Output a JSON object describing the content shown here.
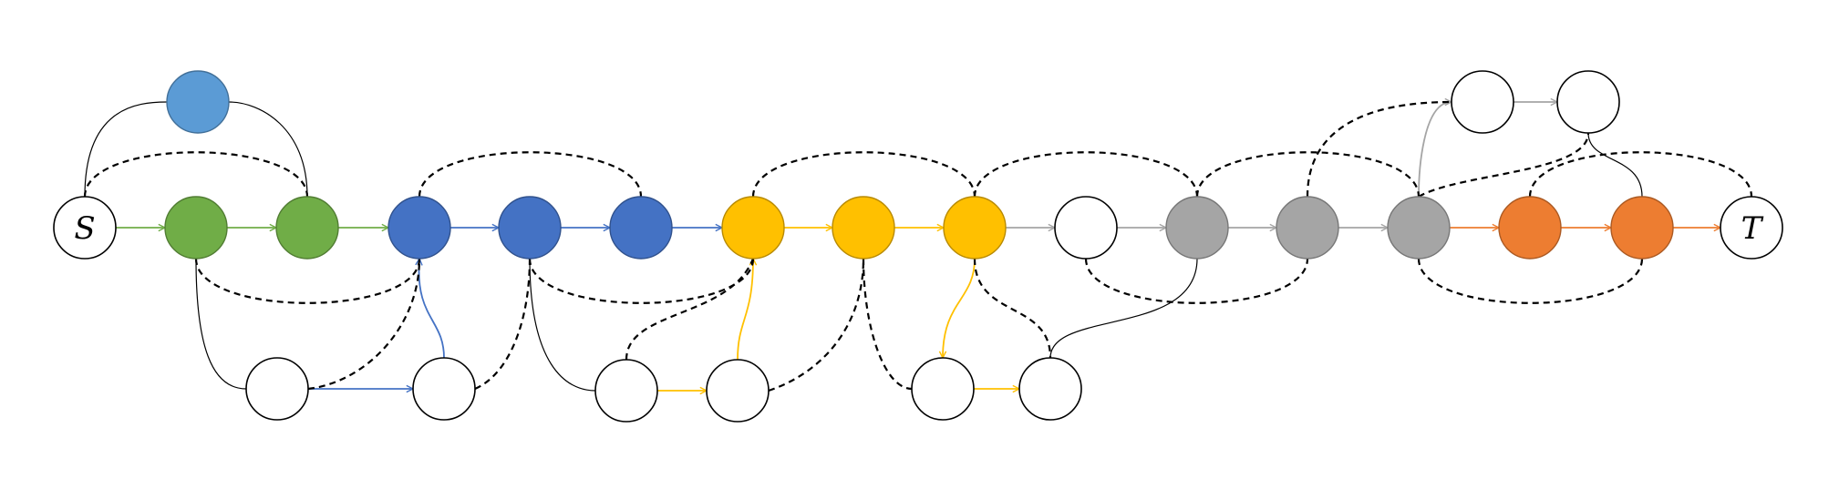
{
  "diagram": {
    "colors": {
      "green": "#70ad47",
      "light_blue": "#5b9bd5",
      "blue": "#4472c4",
      "yellow": "#ffc000",
      "gray": "#a5a5a5",
      "orange": "#ed7d31",
      "white": "#ffffff",
      "black": "#000000"
    },
    "nodes": [
      {
        "id": "S",
        "label": "S",
        "color": "white"
      },
      {
        "id": "g1",
        "label": "",
        "color": "green"
      },
      {
        "id": "g2",
        "label": "",
        "color": "green"
      },
      {
        "id": "lb",
        "label": "",
        "color": "light_blue"
      },
      {
        "id": "b1",
        "label": "",
        "color": "blue"
      },
      {
        "id": "b2",
        "label": "",
        "color": "blue"
      },
      {
        "id": "b3",
        "label": "",
        "color": "blue"
      },
      {
        "id": "y1",
        "label": "",
        "color": "yellow"
      },
      {
        "id": "y2",
        "label": "",
        "color": "yellow"
      },
      {
        "id": "y3",
        "label": "",
        "color": "yellow"
      },
      {
        "id": "w1",
        "label": "",
        "color": "white"
      },
      {
        "id": "gr1",
        "label": "",
        "color": "gray"
      },
      {
        "id": "gr2",
        "label": "",
        "color": "gray"
      },
      {
        "id": "gr3",
        "label": "",
        "color": "gray"
      },
      {
        "id": "o1",
        "label": "",
        "color": "orange"
      },
      {
        "id": "o2",
        "label": "",
        "color": "orange"
      },
      {
        "id": "T",
        "label": "T",
        "color": "white"
      },
      {
        "id": "u1",
        "label": "",
        "color": "white"
      },
      {
        "id": "u2",
        "label": "",
        "color": "white"
      },
      {
        "id": "u3",
        "label": "",
        "color": "white"
      },
      {
        "id": "u4",
        "label": "",
        "color": "white"
      },
      {
        "id": "u5",
        "label": "",
        "color": "white"
      },
      {
        "id": "u6",
        "label": "",
        "color": "white"
      },
      {
        "id": "t1",
        "label": "",
        "color": "white"
      },
      {
        "id": "t2",
        "label": "",
        "color": "white"
      }
    ],
    "edges": [
      {
        "from": "S",
        "to": "g1",
        "style": "arrow",
        "color": "green"
      },
      {
        "from": "g1",
        "to": "g2",
        "style": "arrow",
        "color": "green"
      },
      {
        "from": "g2",
        "to": "b1",
        "style": "arrow",
        "color": "green"
      },
      {
        "from": "b1",
        "to": "b2",
        "style": "arrow",
        "color": "blue"
      },
      {
        "from": "b2",
        "to": "b3",
        "style": "arrow",
        "color": "blue"
      },
      {
        "from": "b3",
        "to": "y1",
        "style": "arrow",
        "color": "blue"
      },
      {
        "from": "y1",
        "to": "y2",
        "style": "arrow",
        "color": "yellow"
      },
      {
        "from": "y2",
        "to": "y3",
        "style": "arrow",
        "color": "yellow"
      },
      {
        "from": "y3",
        "to": "w1",
        "style": "arrow",
        "color": "gray"
      },
      {
        "from": "w1",
        "to": "gr1",
        "style": "arrow",
        "color": "gray"
      },
      {
        "from": "gr1",
        "to": "gr2",
        "style": "arrow",
        "color": "gray"
      },
      {
        "from": "gr2",
        "to": "gr3",
        "style": "arrow",
        "color": "gray"
      },
      {
        "from": "gr3",
        "to": "o1",
        "style": "arrow",
        "color": "orange"
      },
      {
        "from": "o1",
        "to": "o2",
        "style": "arrow",
        "color": "orange"
      },
      {
        "from": "o2",
        "to": "T",
        "style": "arrow",
        "color": "orange"
      },
      {
        "from": "u1",
        "to": "u2",
        "style": "arrow",
        "color": "blue"
      },
      {
        "from": "u2",
        "to": "b1",
        "style": "arrow",
        "color": "blue"
      },
      {
        "from": "u3",
        "to": "u4",
        "style": "arrow",
        "color": "yellow"
      },
      {
        "from": "u4",
        "to": "y1",
        "style": "arrow",
        "color": "yellow"
      },
      {
        "from": "y3",
        "to": "u5",
        "style": "arrow",
        "color": "yellow"
      },
      {
        "from": "u5",
        "to": "u6",
        "style": "arrow",
        "color": "yellow"
      },
      {
        "from": "gr3",
        "to": "t1",
        "style": "arrow",
        "color": "gray"
      },
      {
        "from": "t1",
        "to": "t2",
        "style": "arrow",
        "color": "gray"
      },
      {
        "from": "S",
        "to": "lb",
        "style": "thin",
        "color": "black"
      },
      {
        "from": "lb",
        "to": "g2",
        "style": "thin",
        "color": "black"
      },
      {
        "from": "g1",
        "to": "u1",
        "style": "thin",
        "color": "black"
      },
      {
        "from": "b2",
        "to": "u3",
        "style": "thin",
        "color": "black"
      },
      {
        "from": "u6",
        "to": "gr1",
        "style": "thin",
        "color": "black"
      },
      {
        "from": "t2",
        "to": "o2",
        "style": "thin",
        "color": "black"
      },
      {
        "from": "S",
        "to": "g2",
        "style": "dashed",
        "color": "black"
      },
      {
        "from": "g1",
        "to": "b1",
        "style": "dashed",
        "color": "black"
      },
      {
        "from": "b1",
        "to": "b3",
        "style": "dashed",
        "color": "black"
      },
      {
        "from": "b2",
        "to": "y1",
        "style": "dashed",
        "color": "black"
      },
      {
        "from": "y1",
        "to": "y3",
        "style": "dashed",
        "color": "black"
      },
      {
        "from": "y3",
        "to": "gr1",
        "style": "dashed",
        "color": "black"
      },
      {
        "from": "gr1",
        "to": "gr3",
        "style": "dashed",
        "color": "black"
      },
      {
        "from": "w1",
        "to": "gr2",
        "style": "dashed",
        "color": "black"
      },
      {
        "from": "gr3",
        "to": "o2",
        "style": "dashed",
        "color": "black"
      },
      {
        "from": "o1",
        "to": "T",
        "style": "dashed",
        "color": "black"
      },
      {
        "from": "gr2",
        "to": "t1",
        "style": "dashed",
        "color": "black"
      },
      {
        "from": "gr3",
        "to": "t2",
        "style": "dashed",
        "color": "black"
      },
      {
        "from": "u1",
        "to": "b1",
        "style": "dashed",
        "color": "black"
      },
      {
        "from": "u2",
        "to": "b2",
        "style": "dashed",
        "color": "black"
      },
      {
        "from": "u3",
        "to": "y1",
        "style": "dashed",
        "color": "black"
      },
      {
        "from": "u4",
        "to": "y2",
        "style": "dashed",
        "color": "black"
      },
      {
        "from": "y2",
        "to": "u5",
        "style": "dashed",
        "color": "black"
      },
      {
        "from": "y3",
        "to": "u6",
        "style": "dashed",
        "color": "black"
      }
    ]
  }
}
